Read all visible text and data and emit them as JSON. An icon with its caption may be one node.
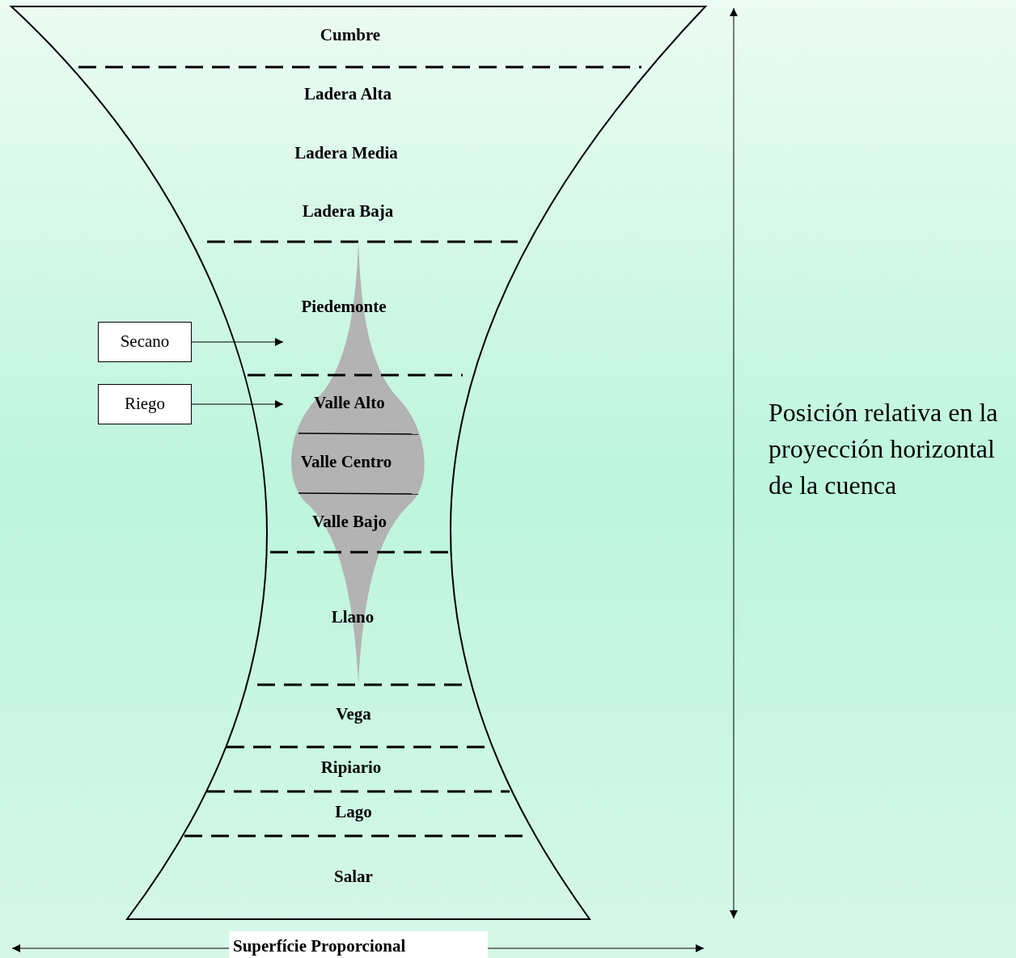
{
  "diagram": {
    "nodes": [
      {
        "text": [
          "Secano"
        ]
      },
      {
        "text": [
          "Riego"
        ]
      }
    ],
    "edges": [
      {
        "from": 0,
        "to": null,
        "arrow": "to"
      },
      {
        "from": 1,
        "to": null,
        "arrow": "to"
      }
    ],
    "labels": [
      "Cumbre",
      "Ladera Alta",
      "Ladera Media",
      "Ladera Baja",
      "Piedemonte",
      "Valle Alto",
      "Valle Centro",
      "Valle Bajo",
      "Posición relativa en la proyección horizontal de la cuenca",
      "Llano",
      "Vega",
      "Ripiario",
      "Lago",
      "Salar",
      "Superfície Proporcional"
    ]
  }
}
